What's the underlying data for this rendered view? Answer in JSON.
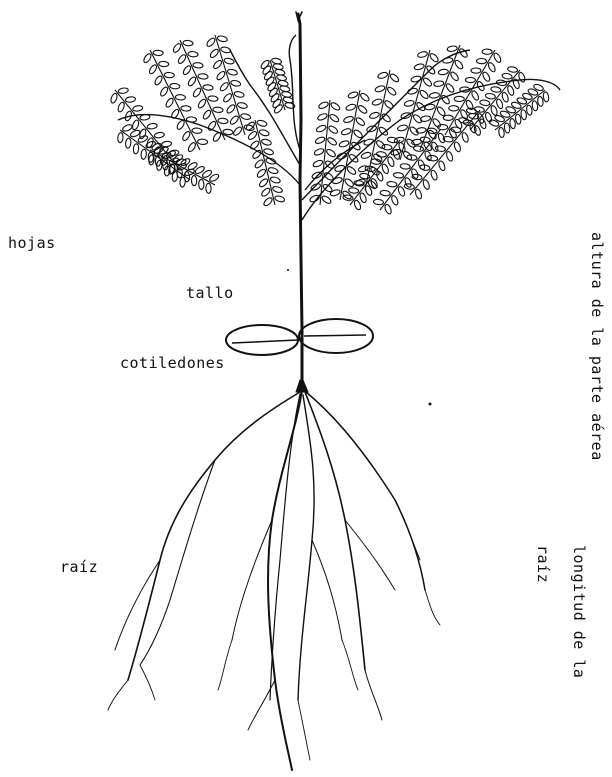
{
  "labels": {
    "leaves": "hojas",
    "stem": "tallo",
    "cotyledons": "cotiledones",
    "root": "raíz",
    "aerial_height": "altura de la parte aérea",
    "root_length_line1": "longitud de la",
    "root_length_line2": "raíz"
  },
  "colors": {
    "ink": "#111111",
    "background": "#ffffff"
  }
}
